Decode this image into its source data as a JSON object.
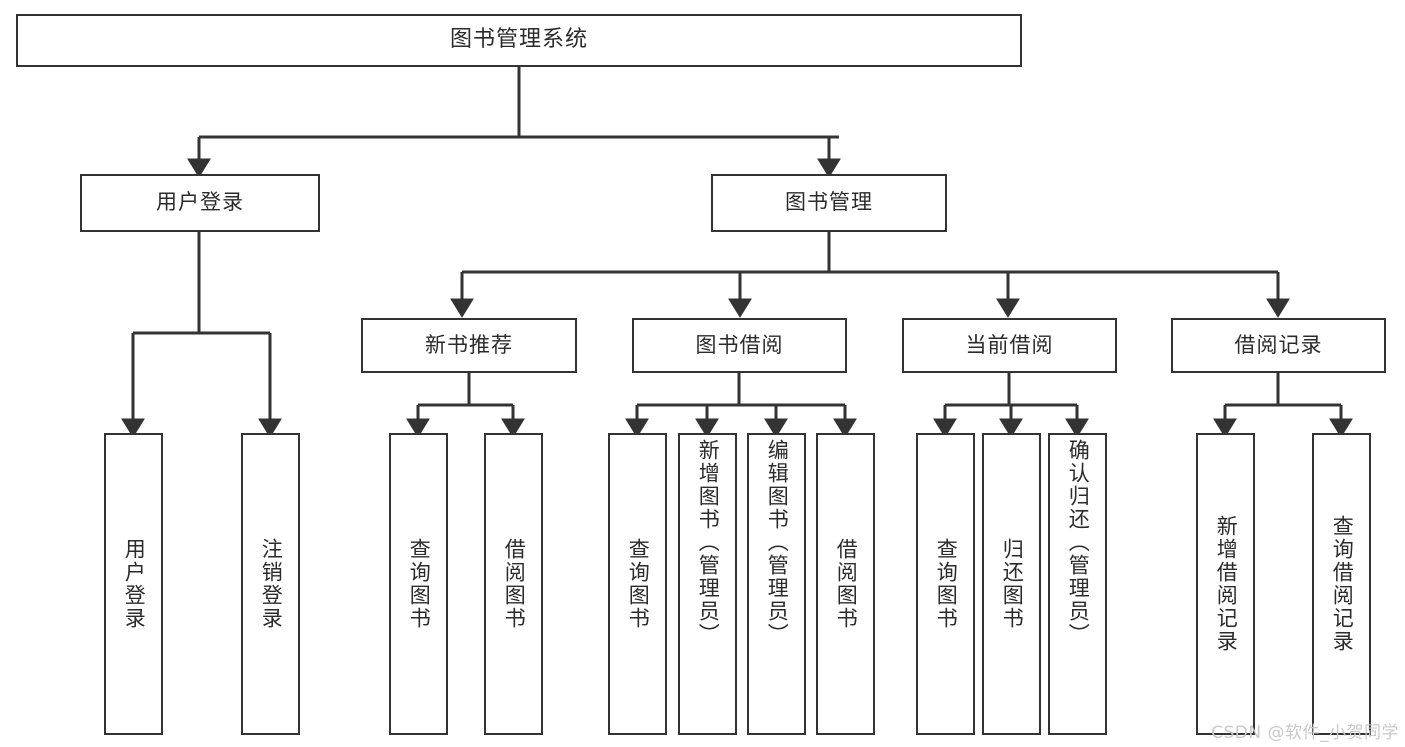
{
  "diagram": {
    "title": "图书管理系统",
    "watermark": "CSDN @软件_小贺同学",
    "line_color": "#333333",
    "text_color": "#2b2b2b",
    "background": "#ffffff",
    "root": {
      "label": "图书管理系统"
    },
    "level2": [
      {
        "label": "用户登录"
      },
      {
        "label": "图书管理"
      }
    ],
    "level3": [
      {
        "label": "新书推荐"
      },
      {
        "label": "图书借阅"
      },
      {
        "label": "当前借阅"
      },
      {
        "label": "借阅记录"
      }
    ],
    "leaves": [
      {
        "label": "用户登录",
        "parent": "用户登录"
      },
      {
        "label": "注销登录",
        "parent": "用户登录"
      },
      {
        "label": "查询图书",
        "parent": "新书推荐"
      },
      {
        "label": "借阅图书",
        "parent": "新书推荐"
      },
      {
        "label": "查询图书",
        "parent": "图书借阅"
      },
      {
        "label": "新增图书（管理员）",
        "parent": "图书借阅"
      },
      {
        "label": "编辑图书（管理员）",
        "parent": "图书借阅"
      },
      {
        "label": "借阅图书",
        "parent": "图书借阅"
      },
      {
        "label": "查询图书",
        "parent": "当前借阅"
      },
      {
        "label": "归还图书",
        "parent": "当前借阅"
      },
      {
        "label": "确认归还（管理员）",
        "parent": "当前借阅"
      },
      {
        "label": "新增借阅记录",
        "parent": "借阅记录"
      },
      {
        "label": "查询借阅记录",
        "parent": "借阅记录"
      }
    ]
  }
}
